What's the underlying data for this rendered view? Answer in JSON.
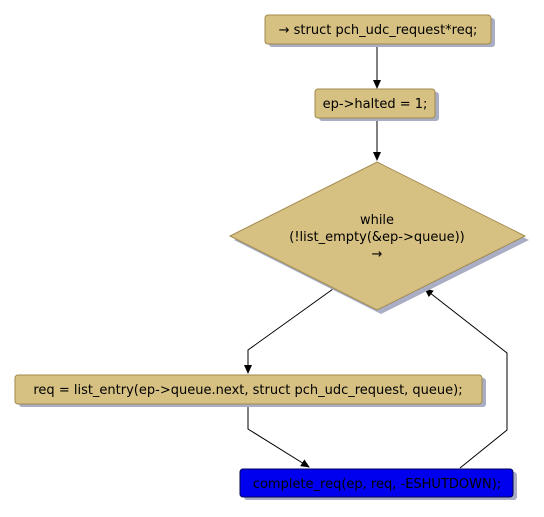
{
  "nodes": {
    "decl": {
      "text": "→ struct pch_udc_request*req;"
    },
    "halted": {
      "text": "ep->halted = 1;"
    },
    "loop": {
      "lines": [
        "while",
        "(!list_empty(&ep->queue))",
        "→"
      ]
    },
    "entry": {
      "text": "req = list_entry(ep->queue.next, struct pch_udc_request, queue);"
    },
    "complete": {
      "text": "complete_req(ep, req, -ESHUTDOWN);"
    }
  },
  "colors": {
    "node_fill": "#d6c183",
    "node_border": "#a08a4d",
    "shadow": "#a9aec4",
    "highlight_fill": "#0000ee",
    "highlight_border": "#00005a",
    "arrow": "#000000"
  }
}
